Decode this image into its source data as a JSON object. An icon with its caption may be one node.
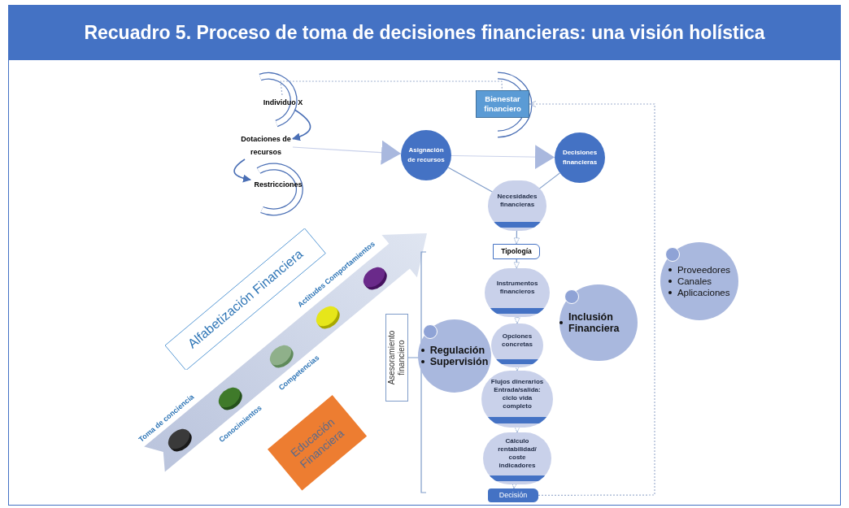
{
  "diagram": {
    "title": "Recuadro 5. Proceso de toma de decisiones financieras: una visión holística",
    "nodes": [
      {
        "text": [
          "Individuo X"
        ]
      },
      {
        "text": [
          "Dotaciones de recursos"
        ]
      },
      {
        "text": [
          "Restricciones"
        ]
      },
      {
        "text": [
          "Bienestar financiero"
        ]
      },
      {
        "text": [
          "Asignación de recursos"
        ]
      },
      {
        "text": [
          "Decisiones financieras"
        ]
      },
      {
        "text": [
          "Necesidades financieras"
        ]
      },
      {
        "text": [
          "Tipología"
        ]
      },
      {
        "text": [
          "Instrumentos financieros"
        ]
      },
      {
        "text": [
          "Opciones concretas"
        ]
      },
      {
        "text": [
          "Flujos dinerarios Entrada/salida: ciclo vida completo"
        ]
      },
      {
        "text": [
          "Cálculo rentabilidad/ coste indicadores"
        ]
      },
      {
        "text": [
          "Decisión"
        ]
      },
      {
        "text": [
          "Regulación",
          "Supervisión"
        ]
      },
      {
        "text": [
          "Inclusión Financiera"
        ]
      },
      {
        "text": [
          "Proveedores",
          "Canales",
          "Aplicaciones"
        ]
      },
      {
        "text": [
          "Asesoramiento financiero"
        ]
      },
      {
        "text": [
          "Alfabetización Financiera"
        ]
      },
      {
        "text": [
          "Educación Financiera"
        ]
      },
      {
        "text": [],
        "shape": "arrow",
        "beside": [
          "Toma de conciencia",
          "Conocimientos",
          "Competencias",
          "Actitudes Comportamientos"
        ]
      }
    ],
    "edges": [
      {
        "from": 0,
        "to": 1,
        "arrow": "to"
      },
      {
        "from": 1,
        "to": 2,
        "arrow": "to"
      },
      {
        "from": 1,
        "to": 4,
        "arrow": "to"
      },
      {
        "from": 4,
        "to": 5,
        "arrow": "to"
      },
      {
        "from": 4,
        "to": 6,
        "arrow": "none"
      },
      {
        "from": 5,
        "to": 6,
        "arrow": "none"
      },
      {
        "from": 6,
        "to": 7,
        "arrow": "to"
      },
      {
        "from": 7,
        "to": 8,
        "arrow": "to"
      },
      {
        "from": 8,
        "to": 9,
        "arrow": "to"
      },
      {
        "from": 9,
        "to": 10,
        "arrow": "to"
      },
      {
        "from": 10,
        "to": 11,
        "arrow": "to"
      },
      {
        "from": 11,
        "to": 12,
        "arrow": "to"
      },
      {
        "from": 0,
        "to": 3,
        "arrow": "none",
        "style": "dashed"
      },
      {
        "from": 12,
        "to": 3,
        "arrow": "to",
        "style": "dashed"
      }
    ]
  }
}
